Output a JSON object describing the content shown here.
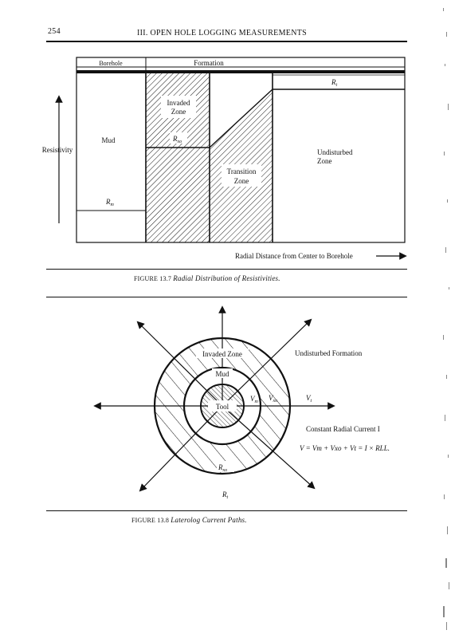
{
  "header": {
    "page_number": "254",
    "running_title": "III. OPEN HOLE LOGGING MEASUREMENTS"
  },
  "figure1": {
    "col_borehole": "Borehole",
    "col_formation": "Formation",
    "rt": "R",
    "rt_sub": "t",
    "invaded_line1": "Invaded",
    "invaded_line2": "Zone",
    "rxo": "R",
    "rxo_sub": "xo",
    "mud": "Mud",
    "rm": "R",
    "rm_sub": "m",
    "transition_line1": "Transition",
    "transition_line2": "Zone",
    "undisturbed_line1": "Undisturbed",
    "undisturbed_line2": "Zone",
    "y_axis_label": "Resistivity",
    "x_axis_label": "Radial Distance from Center to Borehole",
    "caption_num": "FIGURE 13.7",
    "caption_title": "Radial Distribution of Resistivities."
  },
  "figure2": {
    "invaded_zone": "Invaded Zone",
    "undisturbed": "Undisturbed Formation",
    "mud": "Mud",
    "tool": "Tool",
    "vm": "V",
    "vm_sub": "m",
    "vxo": "V",
    "vxo_sub": "xo",
    "vt": "V",
    "vt_sub": "t",
    "constant_current": "Constant Radial Current I",
    "equation": "V = Vm + Vxo + Vt = I × RLL.",
    "rxo": "R",
    "rxo_sub": "xo",
    "rt": "R",
    "rt_sub": "t",
    "caption_num": "FIGURE 13.8",
    "caption_title": "Laterolog Current Paths."
  }
}
